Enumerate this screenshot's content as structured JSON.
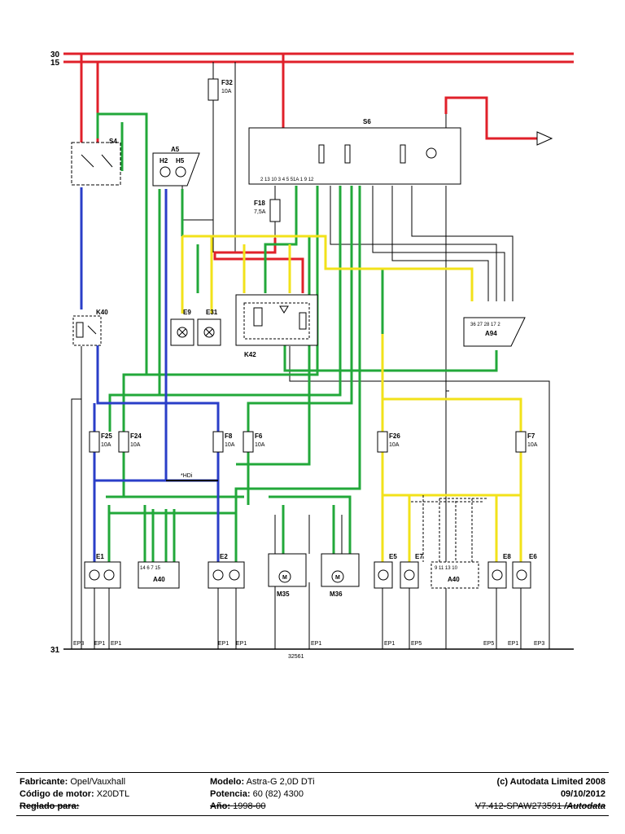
{
  "labels": {
    "rail30": "30",
    "rail15": "15",
    "rail31": "31",
    "f32": "F32",
    "f32a": "10A",
    "s4": "S4",
    "a5": "A5",
    "h2": "H2",
    "h5": "H5",
    "s6": "S6",
    "k40": "K40",
    "e9": "E9",
    "e31": "E31",
    "f18": "F18",
    "f18a": "7,5A",
    "k42": "K42",
    "a94": "A94",
    "f25": "F25",
    "f25a": "10A",
    "f24": "F24",
    "f24a": "10A",
    "f8": "F8",
    "f8a": "10A",
    "f6": "F6",
    "f6a": "10A",
    "f26": "F26",
    "f26a": "10A",
    "f7": "F7",
    "f7a": "10A",
    "hdi": "*HDi",
    "e1": "E1",
    "a40l": "A40",
    "e2": "E2",
    "m35": "M35",
    "m36": "M36",
    "e5": "E5",
    "e7": "E7",
    "a40r": "A40",
    "e8": "E8",
    "e6": "E6",
    "ep3a": "EP3",
    "ep1a": "EP1",
    "ep1b": "EP1",
    "ep1c": "EP1",
    "ep1d": "EP1",
    "ep1e": "EP1",
    "ep1f": "EP1",
    "ep5a": "EP5",
    "ep5b": "EP5",
    "ep1g": "EP1",
    "ep3b": "EP3",
    "code": "32561",
    "a40pins_l": "14 6  7  15",
    "a40pins_r": "9  11 13 10",
    "s6pins": "2   13  10   3   4   5  51A  1   9   12",
    "a94pins": "36  27  28  17  2"
  },
  "footer": {
    "fabricante_label": "Fabricante:",
    "fabricante": "Opel/Vauxhall",
    "motor_label": "Código de motor:",
    "motor": "X20DTL",
    "reglado_label": "Reglado para:",
    "modelo_label": "Modelo:",
    "modelo": "Astra-G  2,0D DTi",
    "potencia_label": "Potencia:",
    "potencia": "60 (82) 4300",
    "ano_label": "Año:",
    "ano": "1998-00",
    "copyright": "(c) Autodata Limited 2008",
    "date": "09/10/2012",
    "ref": "V7.412-SPAW273591",
    "brand": "/Autodata"
  },
  "colors": {
    "red": "#e0202a",
    "green": "#22a83a",
    "blue": "#2a3ec8",
    "yellow": "#f2e21a",
    "black": "#000000",
    "gray": "#555555"
  }
}
